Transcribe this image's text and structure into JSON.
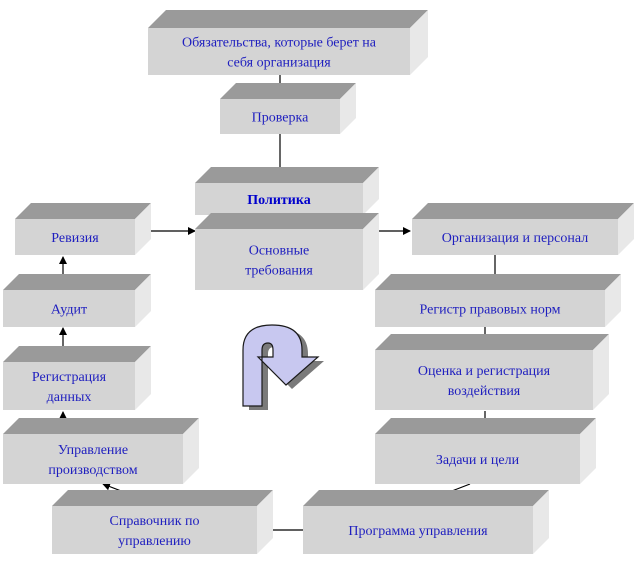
{
  "boxes": {
    "obligations": "Обязательства, которые берет на\nсебя организация",
    "verification": "Проверка",
    "policy": "Политика",
    "basic_requirements": "Основные\nтребования",
    "revision": "Ревизия",
    "audit": "Аудит",
    "data_registration": "Регистрация\nданных",
    "production_management": "Управление\nпроизводством",
    "management_handbook": "Справочник по\nуправлению",
    "org_personnel": "Организация и персонал",
    "legal_register": "Регистр правовых норм",
    "impact_assessment": "Оценка и регистрация\nвоздействия",
    "tasks_goals": "Задачи и цели",
    "management_program": "Программа управления"
  },
  "colors": {
    "text": "#1f1fbf",
    "box_front": "#d4d4d4",
    "box_top": "#9a9a9a",
    "box_side": "#e8e8e8",
    "cycle_arrow": "#c8c8f0"
  },
  "icons": {
    "cycle": "u-turn-arrow-icon"
  }
}
